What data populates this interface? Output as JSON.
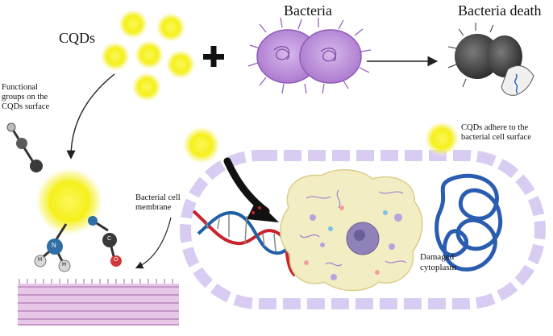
{
  "labels": {
    "cqds": "CQDs",
    "bacteria": "Bacteria",
    "bacteria_death": "Bacteria death",
    "functional_groups": [
      "Functional",
      "groups on the",
      "CQDs surface"
    ],
    "cqds_adhere": [
      "CQDs adhere to the",
      "bacterial cell surface"
    ],
    "bacterial_membrane": [
      "Bacterial cell",
      "membrane"
    ],
    "damaged_cytoplasm": [
      "Damaged",
      "cytoplasm"
    ],
    "atom_n": "N",
    "atom_h1": "H",
    "atom_h2": "H",
    "atom_c": "C",
    "atom_o": "O",
    "plus": "+"
  },
  "colors": {
    "cqd_glow": "#f5f01a",
    "bacteria_purple": "#b98ad6",
    "membrane_lavender": "#d9ccf2",
    "cytoplasm": "#f3edc4",
    "dna_red": "#c9222c",
    "dna_blue": "#1f5fa8",
    "plasmid_blue": "#2a5db0",
    "dead_bacteria": "#4a4a4a"
  },
  "icons": {
    "cqd": "glowing-yellow-dot",
    "bacteria": "dividing-bacterium",
    "dead_bacteria": "lysed-bacterium",
    "plus": "plus-sign",
    "dna": "double-helix",
    "plasmid": "tangled-plasmid",
    "nucleus": "nucleus"
  }
}
